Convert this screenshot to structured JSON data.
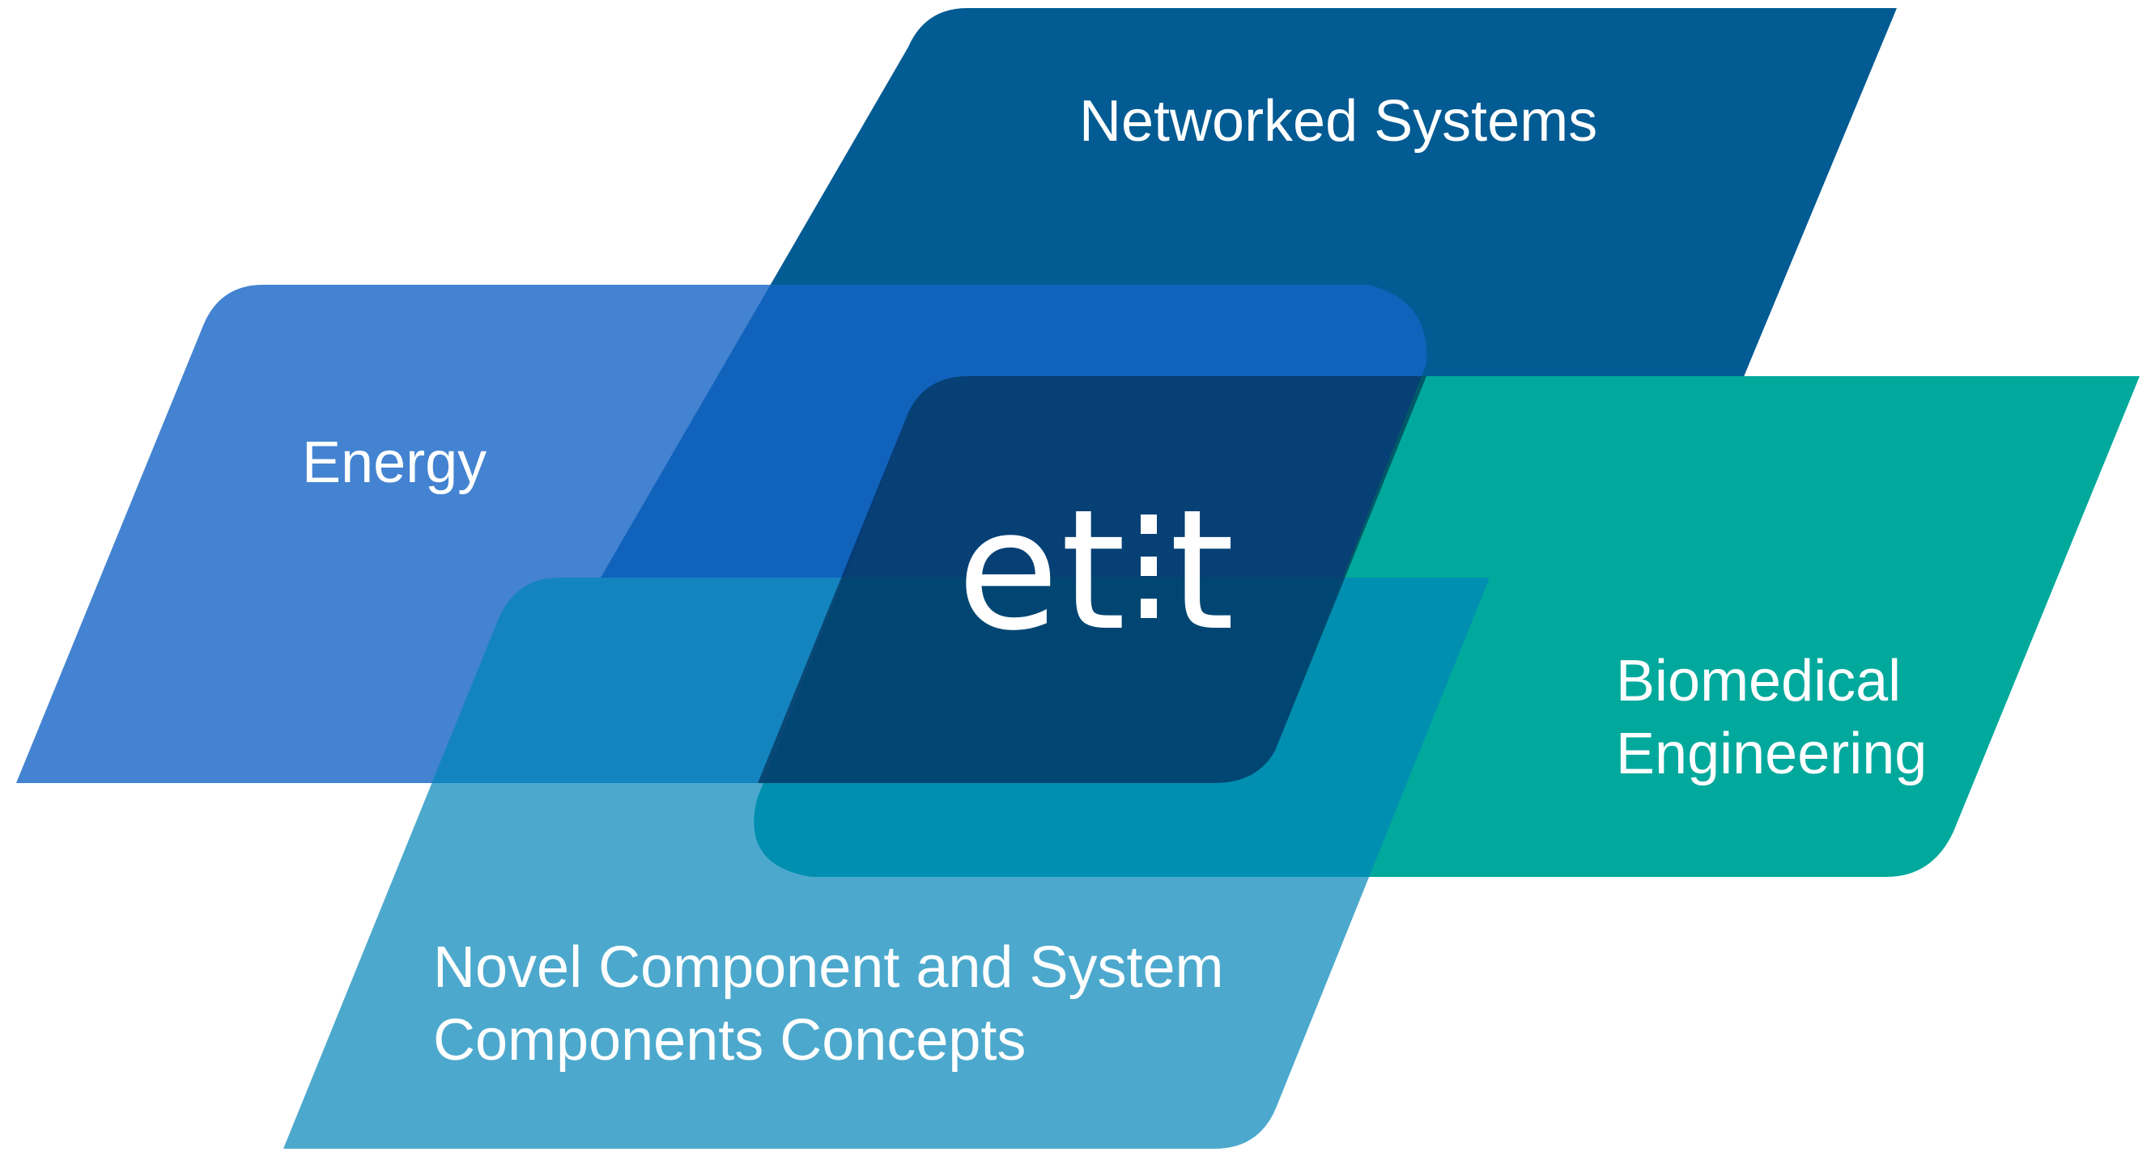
{
  "colors": {
    "energy": "#4483cf",
    "networked": "#025b93",
    "biomedical": "#01a99d",
    "novel": "#0091c0",
    "background": "#ffffff",
    "text": "#ffffff"
  },
  "areas": {
    "networked": "Networked Systems",
    "energy": "Energy",
    "biomedical_line1": "Biomedical",
    "biomedical_line2": "Engineering",
    "novel_line1": "Novel Component and System",
    "novel_line2": "Components Concepts"
  },
  "logo": {
    "left": "et",
    "right": "t"
  }
}
